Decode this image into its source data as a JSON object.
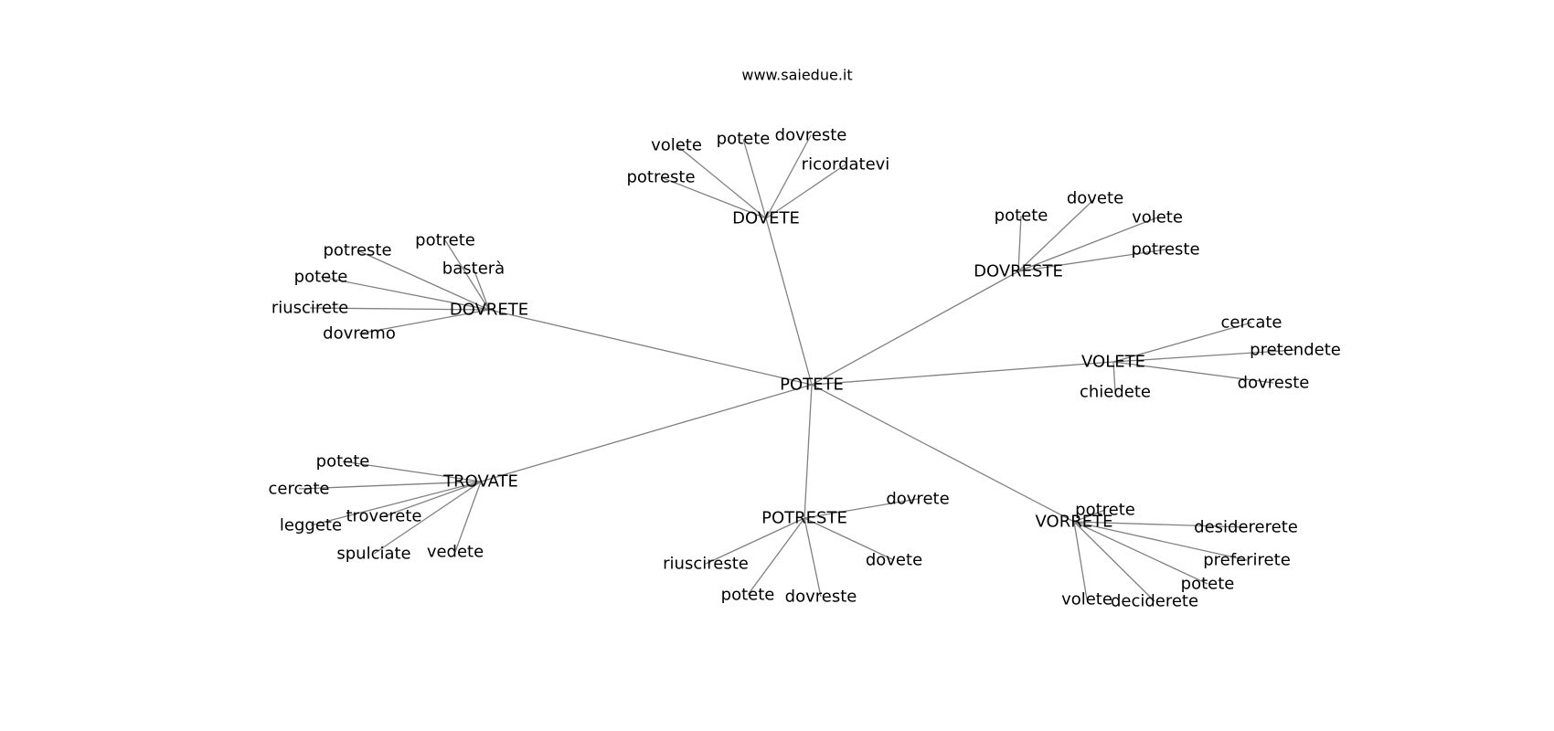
{
  "source_label": "www.saiedue.it",
  "colors": {
    "edge": "#808080",
    "text": "#000000",
    "background": "#ffffff"
  },
  "graph": {
    "root": "POTETE",
    "nodes": [
      {
        "id": "root",
        "label": "POTETE"
      },
      {
        "id": "dovete",
        "label": "DOVETE"
      },
      {
        "id": "dovreste",
        "label": "DOVRESTE"
      },
      {
        "id": "volete",
        "label": "VOLETE"
      },
      {
        "id": "vorrete",
        "label": "VORRETE"
      },
      {
        "id": "potreste",
        "label": "POTRESTE"
      },
      {
        "id": "trovate",
        "label": "TROVATE"
      },
      {
        "id": "dovrete",
        "label": "DOVRETE"
      },
      {
        "id": "dovete_volete",
        "label": "volete"
      },
      {
        "id": "dovete_potete",
        "label": "potete"
      },
      {
        "id": "dovete_dovreste",
        "label": "dovreste"
      },
      {
        "id": "dovete_ricordatevi",
        "label": "ricordatevi"
      },
      {
        "id": "dovete_potreste",
        "label": "potreste"
      },
      {
        "id": "dovreste_potete",
        "label": "potete"
      },
      {
        "id": "dovreste_dovete",
        "label": "dovete"
      },
      {
        "id": "dovreste_volete",
        "label": "volete"
      },
      {
        "id": "dovreste_potreste",
        "label": "potreste"
      },
      {
        "id": "volete_cercate",
        "label": "cercate"
      },
      {
        "id": "volete_pretendete",
        "label": "pretendete"
      },
      {
        "id": "volete_dovreste",
        "label": "dovreste"
      },
      {
        "id": "volete_chiedete",
        "label": "chiedete"
      },
      {
        "id": "vorrete_potrete",
        "label": "potrete"
      },
      {
        "id": "vorrete_desidererete",
        "label": "desidererete"
      },
      {
        "id": "vorrete_preferirete",
        "label": "preferirete"
      },
      {
        "id": "vorrete_potete",
        "label": "potete"
      },
      {
        "id": "vorrete_deciderete",
        "label": "deciderete"
      },
      {
        "id": "vorrete_volete",
        "label": "volete"
      },
      {
        "id": "potreste_dovrete",
        "label": "dovrete"
      },
      {
        "id": "potreste_dovete",
        "label": "dovete"
      },
      {
        "id": "potreste_dovreste",
        "label": "dovreste"
      },
      {
        "id": "potreste_potete",
        "label": "potete"
      },
      {
        "id": "potreste_riuscireste",
        "label": "riuscireste"
      },
      {
        "id": "trovate_potete",
        "label": "potete"
      },
      {
        "id": "trovate_cercate",
        "label": "cercate"
      },
      {
        "id": "trovate_troverete",
        "label": "troverete"
      },
      {
        "id": "trovate_leggete",
        "label": "leggete"
      },
      {
        "id": "trovate_spulciate",
        "label": "spulciate"
      },
      {
        "id": "trovate_vedete",
        "label": "vedete"
      },
      {
        "id": "dovrete_potrete",
        "label": "potrete"
      },
      {
        "id": "dovrete_bastera",
        "label": "basterà"
      },
      {
        "id": "dovrete_potreste",
        "label": "potreste"
      },
      {
        "id": "dovrete_potete",
        "label": "potete"
      },
      {
        "id": "dovrete_riuscirete",
        "label": "riuscirete"
      },
      {
        "id": "dovrete_dovremo",
        "label": "dovremo"
      }
    ],
    "edges": [
      [
        "root",
        "dovete"
      ],
      [
        "root",
        "dovreste"
      ],
      [
        "root",
        "volete"
      ],
      [
        "root",
        "vorrete"
      ],
      [
        "root",
        "potreste"
      ],
      [
        "root",
        "trovate"
      ],
      [
        "root",
        "dovrete"
      ],
      [
        "dovete",
        "dovete_volete"
      ],
      [
        "dovete",
        "dovete_potete"
      ],
      [
        "dovete",
        "dovete_dovreste"
      ],
      [
        "dovete",
        "dovete_ricordatevi"
      ],
      [
        "dovete",
        "dovete_potreste"
      ],
      [
        "dovreste",
        "dovreste_potete"
      ],
      [
        "dovreste",
        "dovreste_dovete"
      ],
      [
        "dovreste",
        "dovreste_volete"
      ],
      [
        "dovreste",
        "dovreste_potreste"
      ],
      [
        "volete",
        "volete_cercate"
      ],
      [
        "volete",
        "volete_pretendete"
      ],
      [
        "volete",
        "volete_dovreste"
      ],
      [
        "volete",
        "volete_chiedete"
      ],
      [
        "vorrete",
        "vorrete_potrete"
      ],
      [
        "vorrete",
        "vorrete_desidererete"
      ],
      [
        "vorrete",
        "vorrete_preferirete"
      ],
      [
        "vorrete",
        "vorrete_potete"
      ],
      [
        "vorrete",
        "vorrete_deciderete"
      ],
      [
        "vorrete",
        "vorrete_volete"
      ],
      [
        "potreste",
        "potreste_dovrete"
      ],
      [
        "potreste",
        "potreste_dovete"
      ],
      [
        "potreste",
        "potreste_dovreste"
      ],
      [
        "potreste",
        "potreste_potete"
      ],
      [
        "potreste",
        "potreste_riuscireste"
      ],
      [
        "trovate",
        "trovate_potete"
      ],
      [
        "trovate",
        "trovate_cercate"
      ],
      [
        "trovate",
        "trovate_troverete"
      ],
      [
        "trovate",
        "trovate_leggete"
      ],
      [
        "trovate",
        "trovate_spulciate"
      ],
      [
        "trovate",
        "trovate_vedete"
      ],
      [
        "dovrete",
        "dovrete_potrete"
      ],
      [
        "dovrete",
        "dovrete_bastera"
      ],
      [
        "dovrete",
        "dovrete_potreste"
      ],
      [
        "dovrete",
        "dovrete_potete"
      ],
      [
        "dovrete",
        "dovrete_riuscirete"
      ],
      [
        "dovrete",
        "dovrete_dovremo"
      ]
    ]
  }
}
